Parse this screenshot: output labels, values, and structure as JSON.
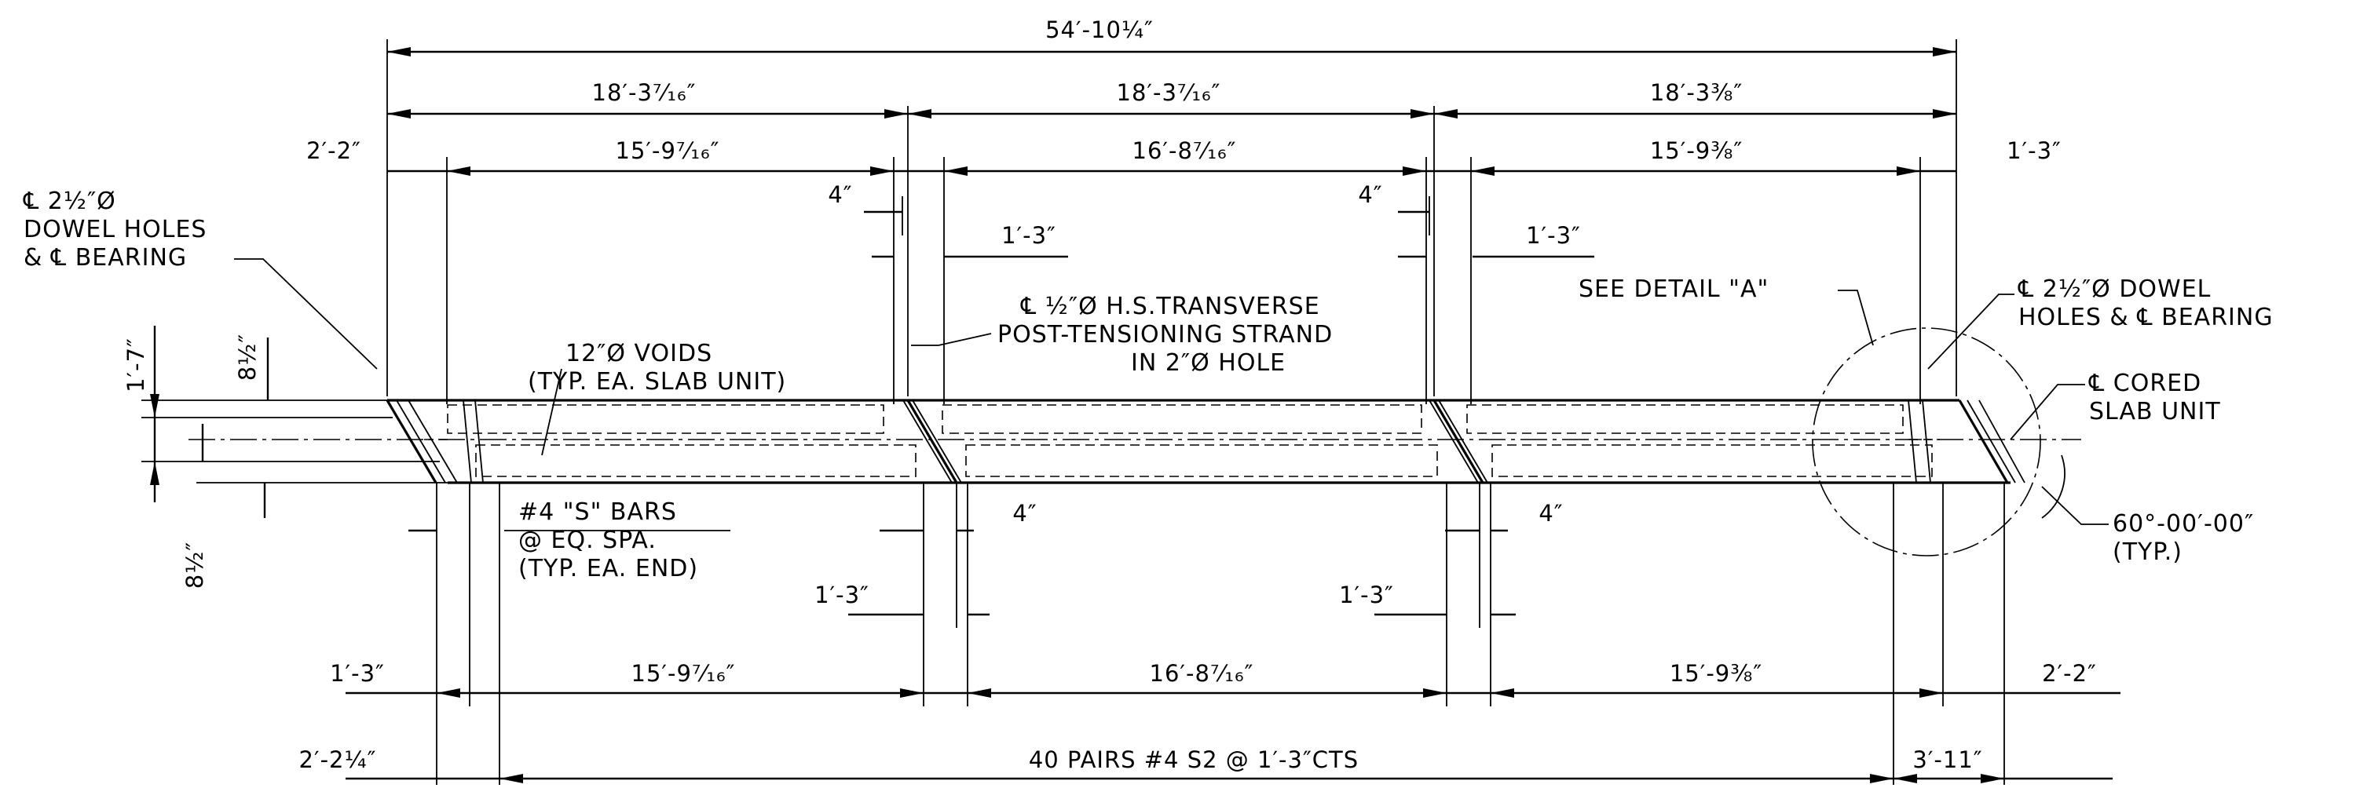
{
  "overall": {
    "length": "54′-10¼″"
  },
  "spans": {
    "span1": "18′-3⁷⁄₁₆″",
    "span2": "18′-3⁷⁄₁₆″",
    "span3": "18′-3⅜″"
  },
  "top_dims": {
    "left_end": "2′-2″",
    "void1": "15′-9⁷⁄₁₆″",
    "void2": "16′-8⁷⁄₁₆″",
    "void3": "15′-9⅜″",
    "right_end": "1′-3″",
    "gap_left_4": "4″",
    "gap_right_4": "4″",
    "gap_left_13": "1′-3″",
    "gap_right_13": "1′-3″"
  },
  "bottom_dims": {
    "left_1_3": "1′-3″",
    "void1": "15′-9⁷⁄₁₆″",
    "void2": "16′-8⁷⁄₁₆″",
    "void3": "15′-9⅜″",
    "right_2_2": "2′-2″",
    "left_2_2_1_4": "2′-2¼″",
    "pairs": "40 PAIRS #4 S2 @ 1′-3″CTS",
    "right_3_11": "3′-11″",
    "gap1_4": "4″",
    "gap2_4": "4″",
    "gap1_13": "1′-3″",
    "gap2_13": "1′-3″"
  },
  "left_dims": {
    "overall_depth": "1′-7″",
    "top_offset": "8½″",
    "bottom_offset": "8½″"
  },
  "notes": {
    "dowel_left": [
      "℄ 2½″Ø",
      "DOWEL HOLES",
      "& ℄ BEARING"
    ],
    "voids": [
      "12″Ø VOIDS",
      "(TYP. EA. SLAB UNIT)"
    ],
    "strand": [
      "℄ ½″Ø H.S.TRANSVERSE",
      "POST-TENSIONING STRAND",
      "IN 2″Ø HOLE"
    ],
    "detail": "SEE DETAIL \"A\"",
    "dowel_right": [
      "℄ 2½″Ø DOWEL",
      "HOLES & ℄ BEARING"
    ],
    "cored": [
      "℄ CORED",
      "SLAB UNIT"
    ],
    "s_bars": [
      "#4 \"S\" BARS",
      "@ EQ. SPA.",
      "(TYP. EA. END)"
    ],
    "angle": [
      "60°-00′-00″",
      "(TYP.)"
    ]
  },
  "colors": {
    "ink": "#000000",
    "paper": "#ffffff"
  }
}
